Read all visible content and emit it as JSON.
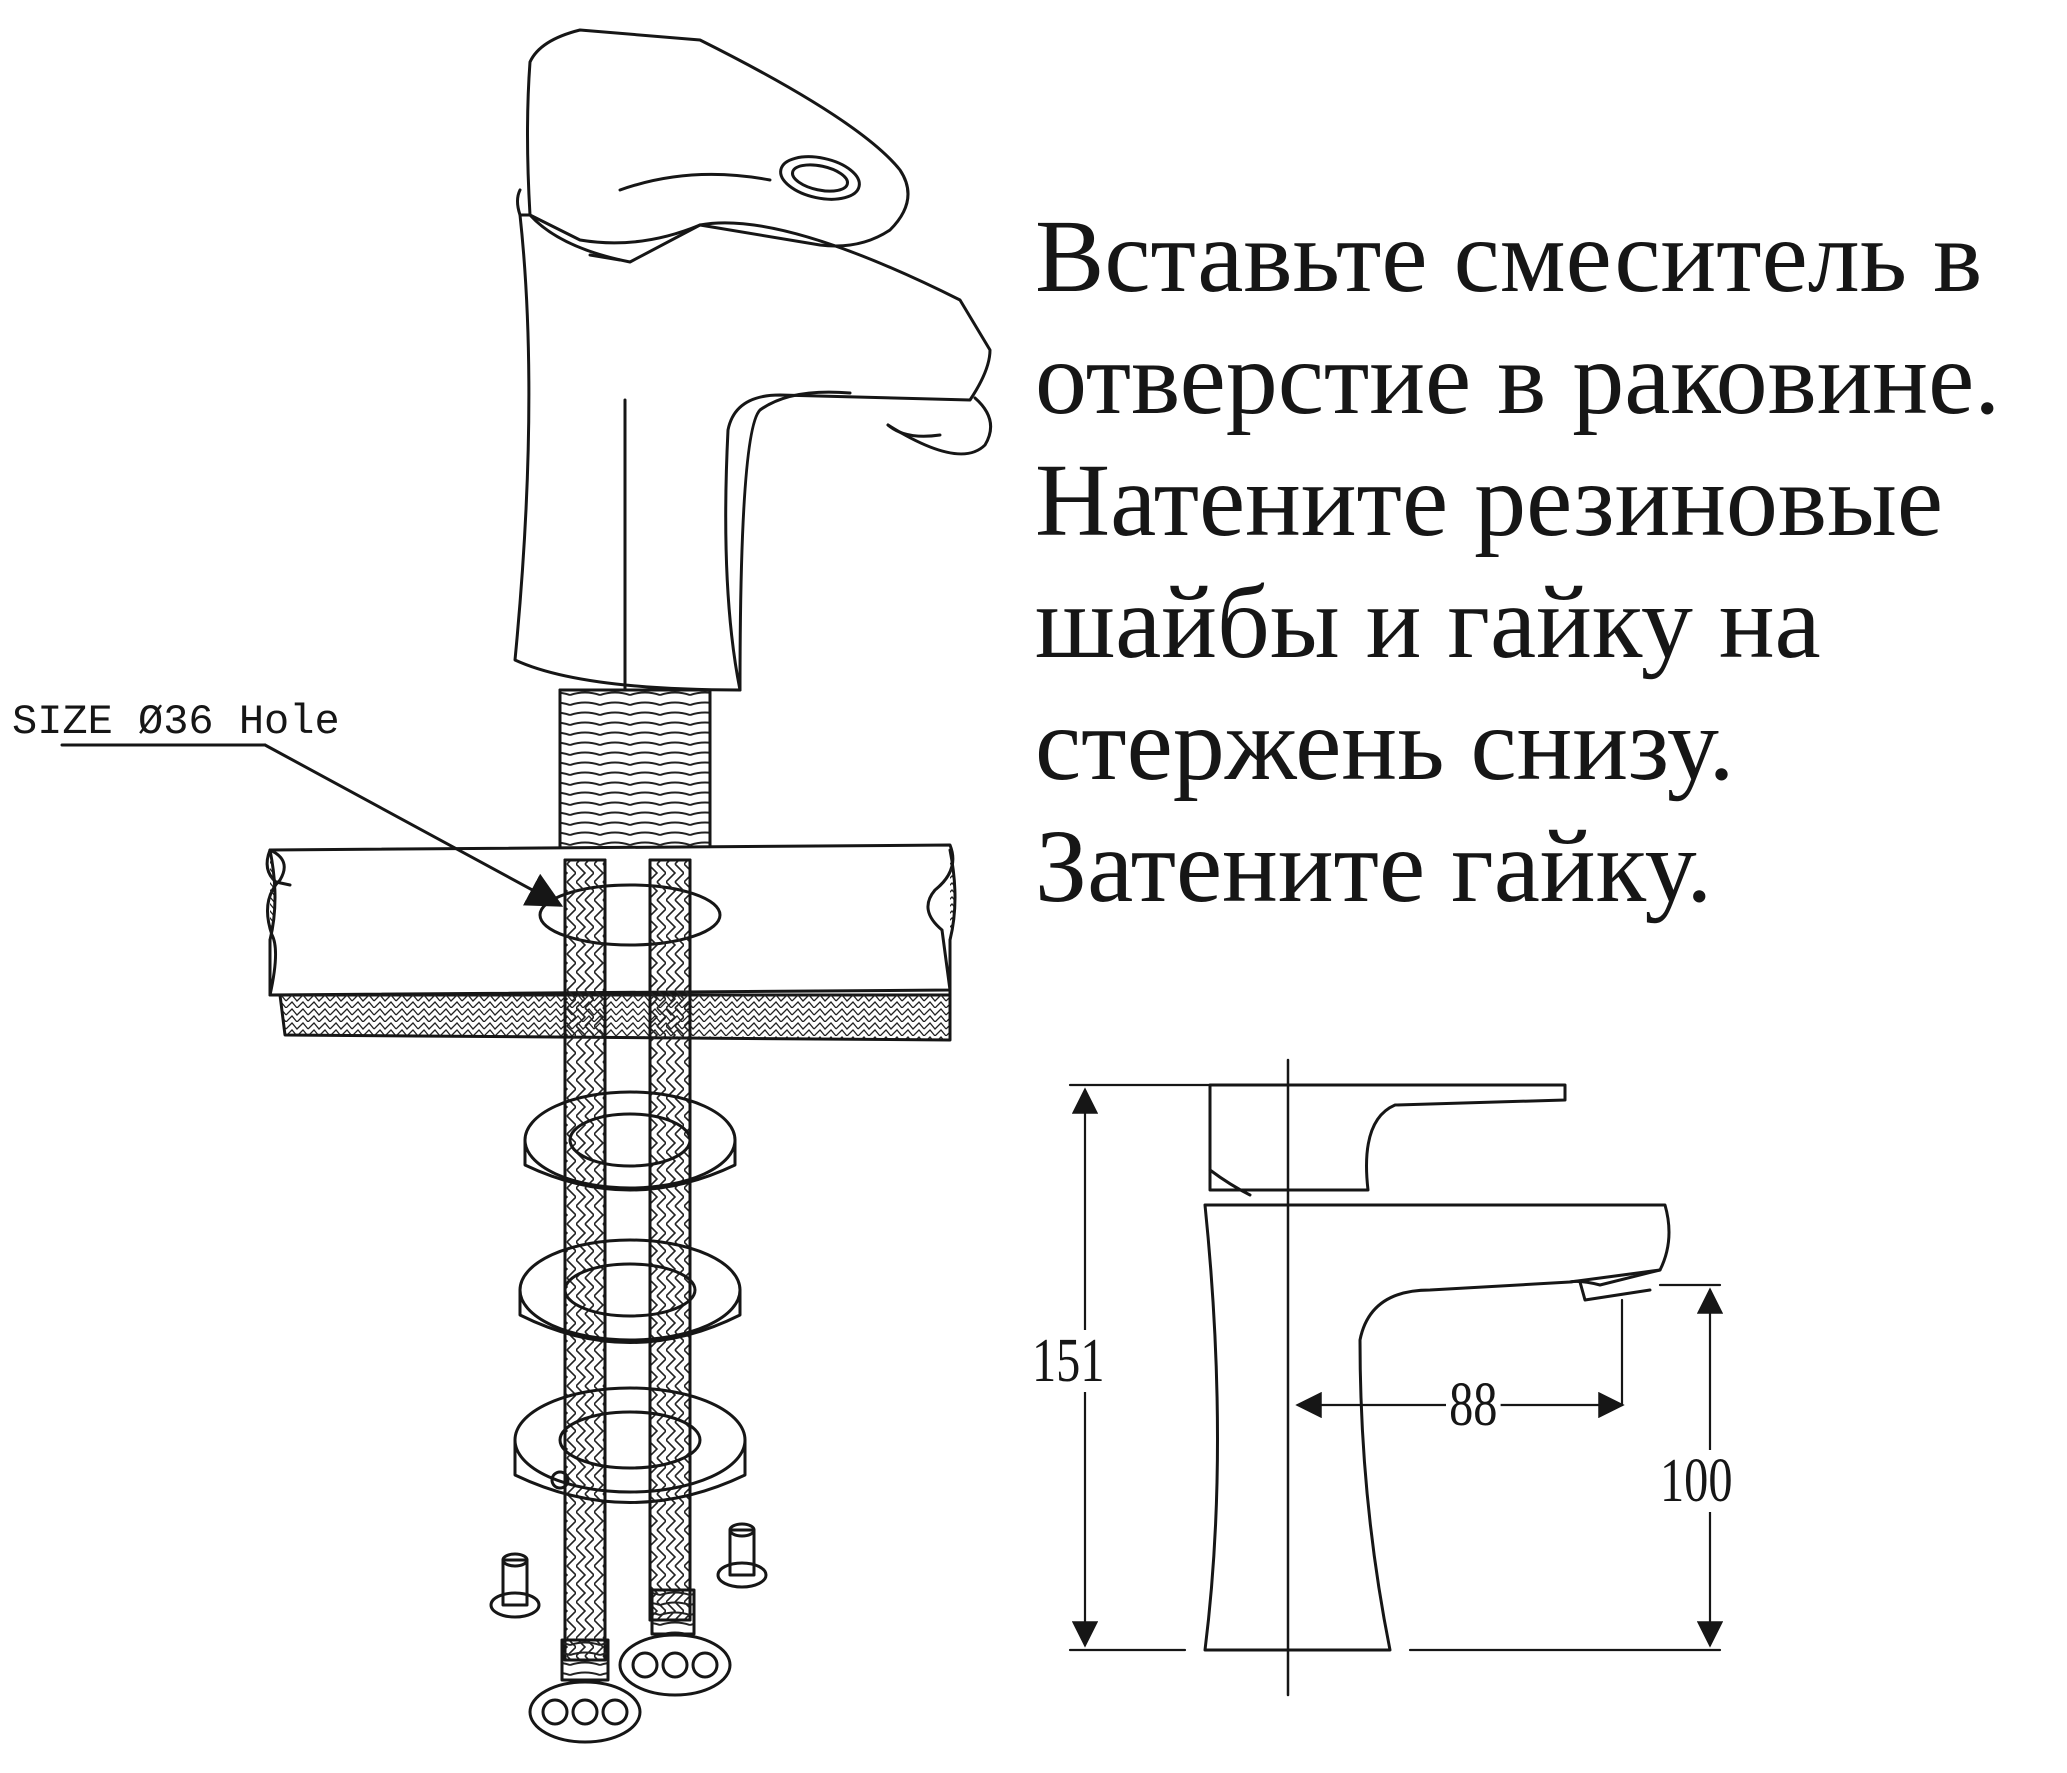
{
  "instruction": {
    "lines": [
      "Вставьте смеситель в",
      "отверстие в раковине.",
      "Натените резиновые",
      "шайбы и гайку на",
      "стержень снизу.",
      "Затените гайку."
    ]
  },
  "exploded_view": {
    "hole_label": "SIZE Ø36 Hole"
  },
  "dimensions": {
    "height_total": "151",
    "spout_reach": "88",
    "spout_height": "100"
  }
}
